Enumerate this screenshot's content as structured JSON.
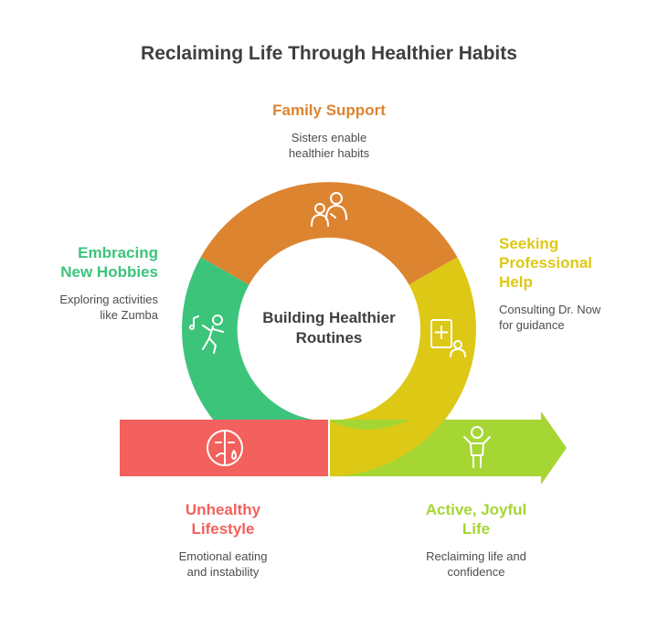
{
  "title": "Reclaiming Life Through Healthier Habits",
  "center": {
    "line1": "Building Healthier",
    "line2": "Routines"
  },
  "stages": {
    "family": {
      "label": "Family Support",
      "desc1": "Sisters enable",
      "desc2": "healthier habits",
      "color": "#dd8431",
      "icon": "family-icon"
    },
    "hobbies": {
      "label1": "Embracing",
      "label2": "New Hobbies",
      "desc1": "Exploring activities",
      "desc2": "like Zumba",
      "color": "#3cc47b",
      "icon": "dancer-icon"
    },
    "professional": {
      "label1": "Seeking",
      "label2": "Professional",
      "label3": "Help",
      "desc1": "Consulting Dr. Now",
      "desc2": "for guidance",
      "color": "#ddc816",
      "icon": "medical-consult-icon"
    },
    "unhealthy": {
      "label1": "Unhealthy",
      "label2": "Lifestyle",
      "desc1": "Emotional eating",
      "desc2": "and instability",
      "color": "#f2615d",
      "icon": "sad-face-icon"
    },
    "active": {
      "label1": "Active, Joyful",
      "label2": "Life",
      "desc1": "Reclaiming life and",
      "desc2": "confidence",
      "color": "#a5d634",
      "icon": "joyful-person-icon"
    }
  }
}
